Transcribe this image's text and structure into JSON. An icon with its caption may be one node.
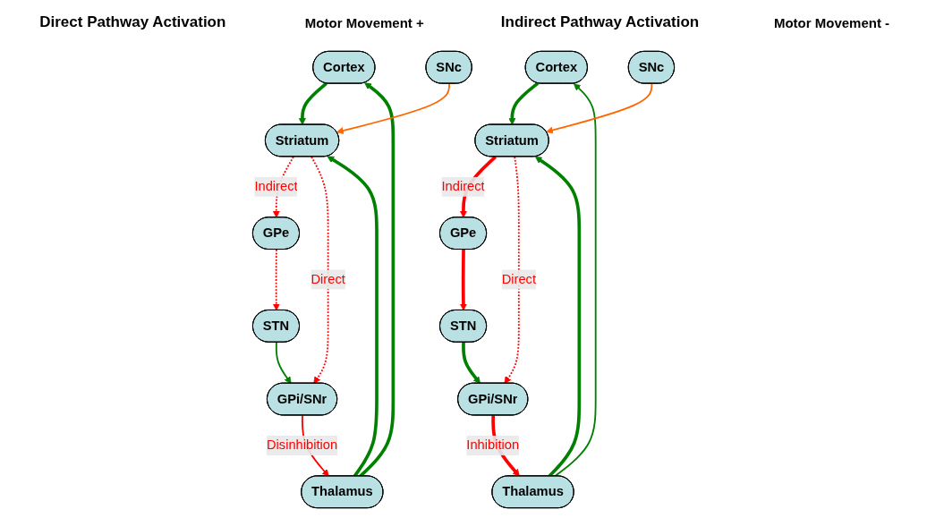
{
  "diagram": {
    "nodes": [
      {
        "text": [
          "Cortex"
        ]
      },
      {
        "text": [
          "Thalamus"
        ]
      },
      {
        "text": [
          "Striatum"
        ]
      },
      {
        "text": [
          "GPe"
        ]
      },
      {
        "text": [
          "STN"
        ]
      },
      {
        "text": [
          "SNc"
        ]
      },
      {
        "text": [
          "GPi/SNr"
        ]
      },
      {
        "text": [
          "Cortex"
        ]
      },
      {
        "text": [
          "Thalamus"
        ]
      },
      {
        "text": [
          "Striatum"
        ]
      },
      {
        "text": [
          "GPe"
        ]
      },
      {
        "text": [
          "STN"
        ]
      },
      {
        "text": [
          "SNc"
        ]
      },
      {
        "text": [
          "GPi/SNr"
        ]
      }
    ],
    "edges": [
      {
        "from": 0,
        "to": 2,
        "arrow": "to",
        "style": "thick",
        "color": "#008000"
      },
      {
        "from": 1,
        "to": 0,
        "arrow": "to",
        "style": "thick",
        "color": "#008000"
      },
      {
        "from": 1,
        "to": 2,
        "arrow": "to",
        "style": "thick",
        "color": "#008000"
      },
      {
        "from": 2,
        "to": 3,
        "arrow": "to",
        "label": "Indirect",
        "style": "dashed",
        "color": "#ff0000"
      },
      {
        "from": 3,
        "to": 4,
        "arrow": "to",
        "style": "dashed",
        "color": "#ff0000"
      },
      {
        "from": 4,
        "to": 6,
        "arrow": "to",
        "color": "#008000"
      },
      {
        "from": 2,
        "to": 6,
        "arrow": "to",
        "label": "Direct",
        "style": "dashed",
        "color": "#ff0000"
      },
      {
        "from": 6,
        "to": 1,
        "arrow": "to",
        "label": "Disinhibition",
        "color": "#ff0000"
      },
      {
        "from": 5,
        "to": 2,
        "arrow": "to",
        "color": "#ff6600"
      },
      {
        "from": 7,
        "to": 9,
        "arrow": "to",
        "style": "thick",
        "color": "#008000"
      },
      {
        "from": 8,
        "to": 7,
        "arrow": "to",
        "color": "#008000"
      },
      {
        "from": 8,
        "to": 9,
        "arrow": "to",
        "style": "thick",
        "color": "#008000"
      },
      {
        "from": 9,
        "to": 10,
        "arrow": "to",
        "label": "Indirect",
        "style": "thick",
        "color": "#ff0000"
      },
      {
        "from": 10,
        "to": 11,
        "arrow": "to",
        "style": "thick",
        "color": "#ff0000"
      },
      {
        "from": 11,
        "to": 13,
        "arrow": "to",
        "style": "thick",
        "color": "#008000"
      },
      {
        "from": 9,
        "to": 13,
        "arrow": "to",
        "label": "Direct",
        "style": "dashed",
        "color": "#ff0000"
      },
      {
        "from": 13,
        "to": 8,
        "arrow": "to",
        "label": "Inhibition",
        "style": "thick",
        "color": "#ff0000"
      },
      {
        "from": 12,
        "to": 9,
        "arrow": "to",
        "color": "#ff6600"
      }
    ],
    "labels": [
      "Direct Pathway Activation",
      "Motor Movement +",
      "Indirect Pathway Activation",
      "Motor Movement -"
    ]
  }
}
